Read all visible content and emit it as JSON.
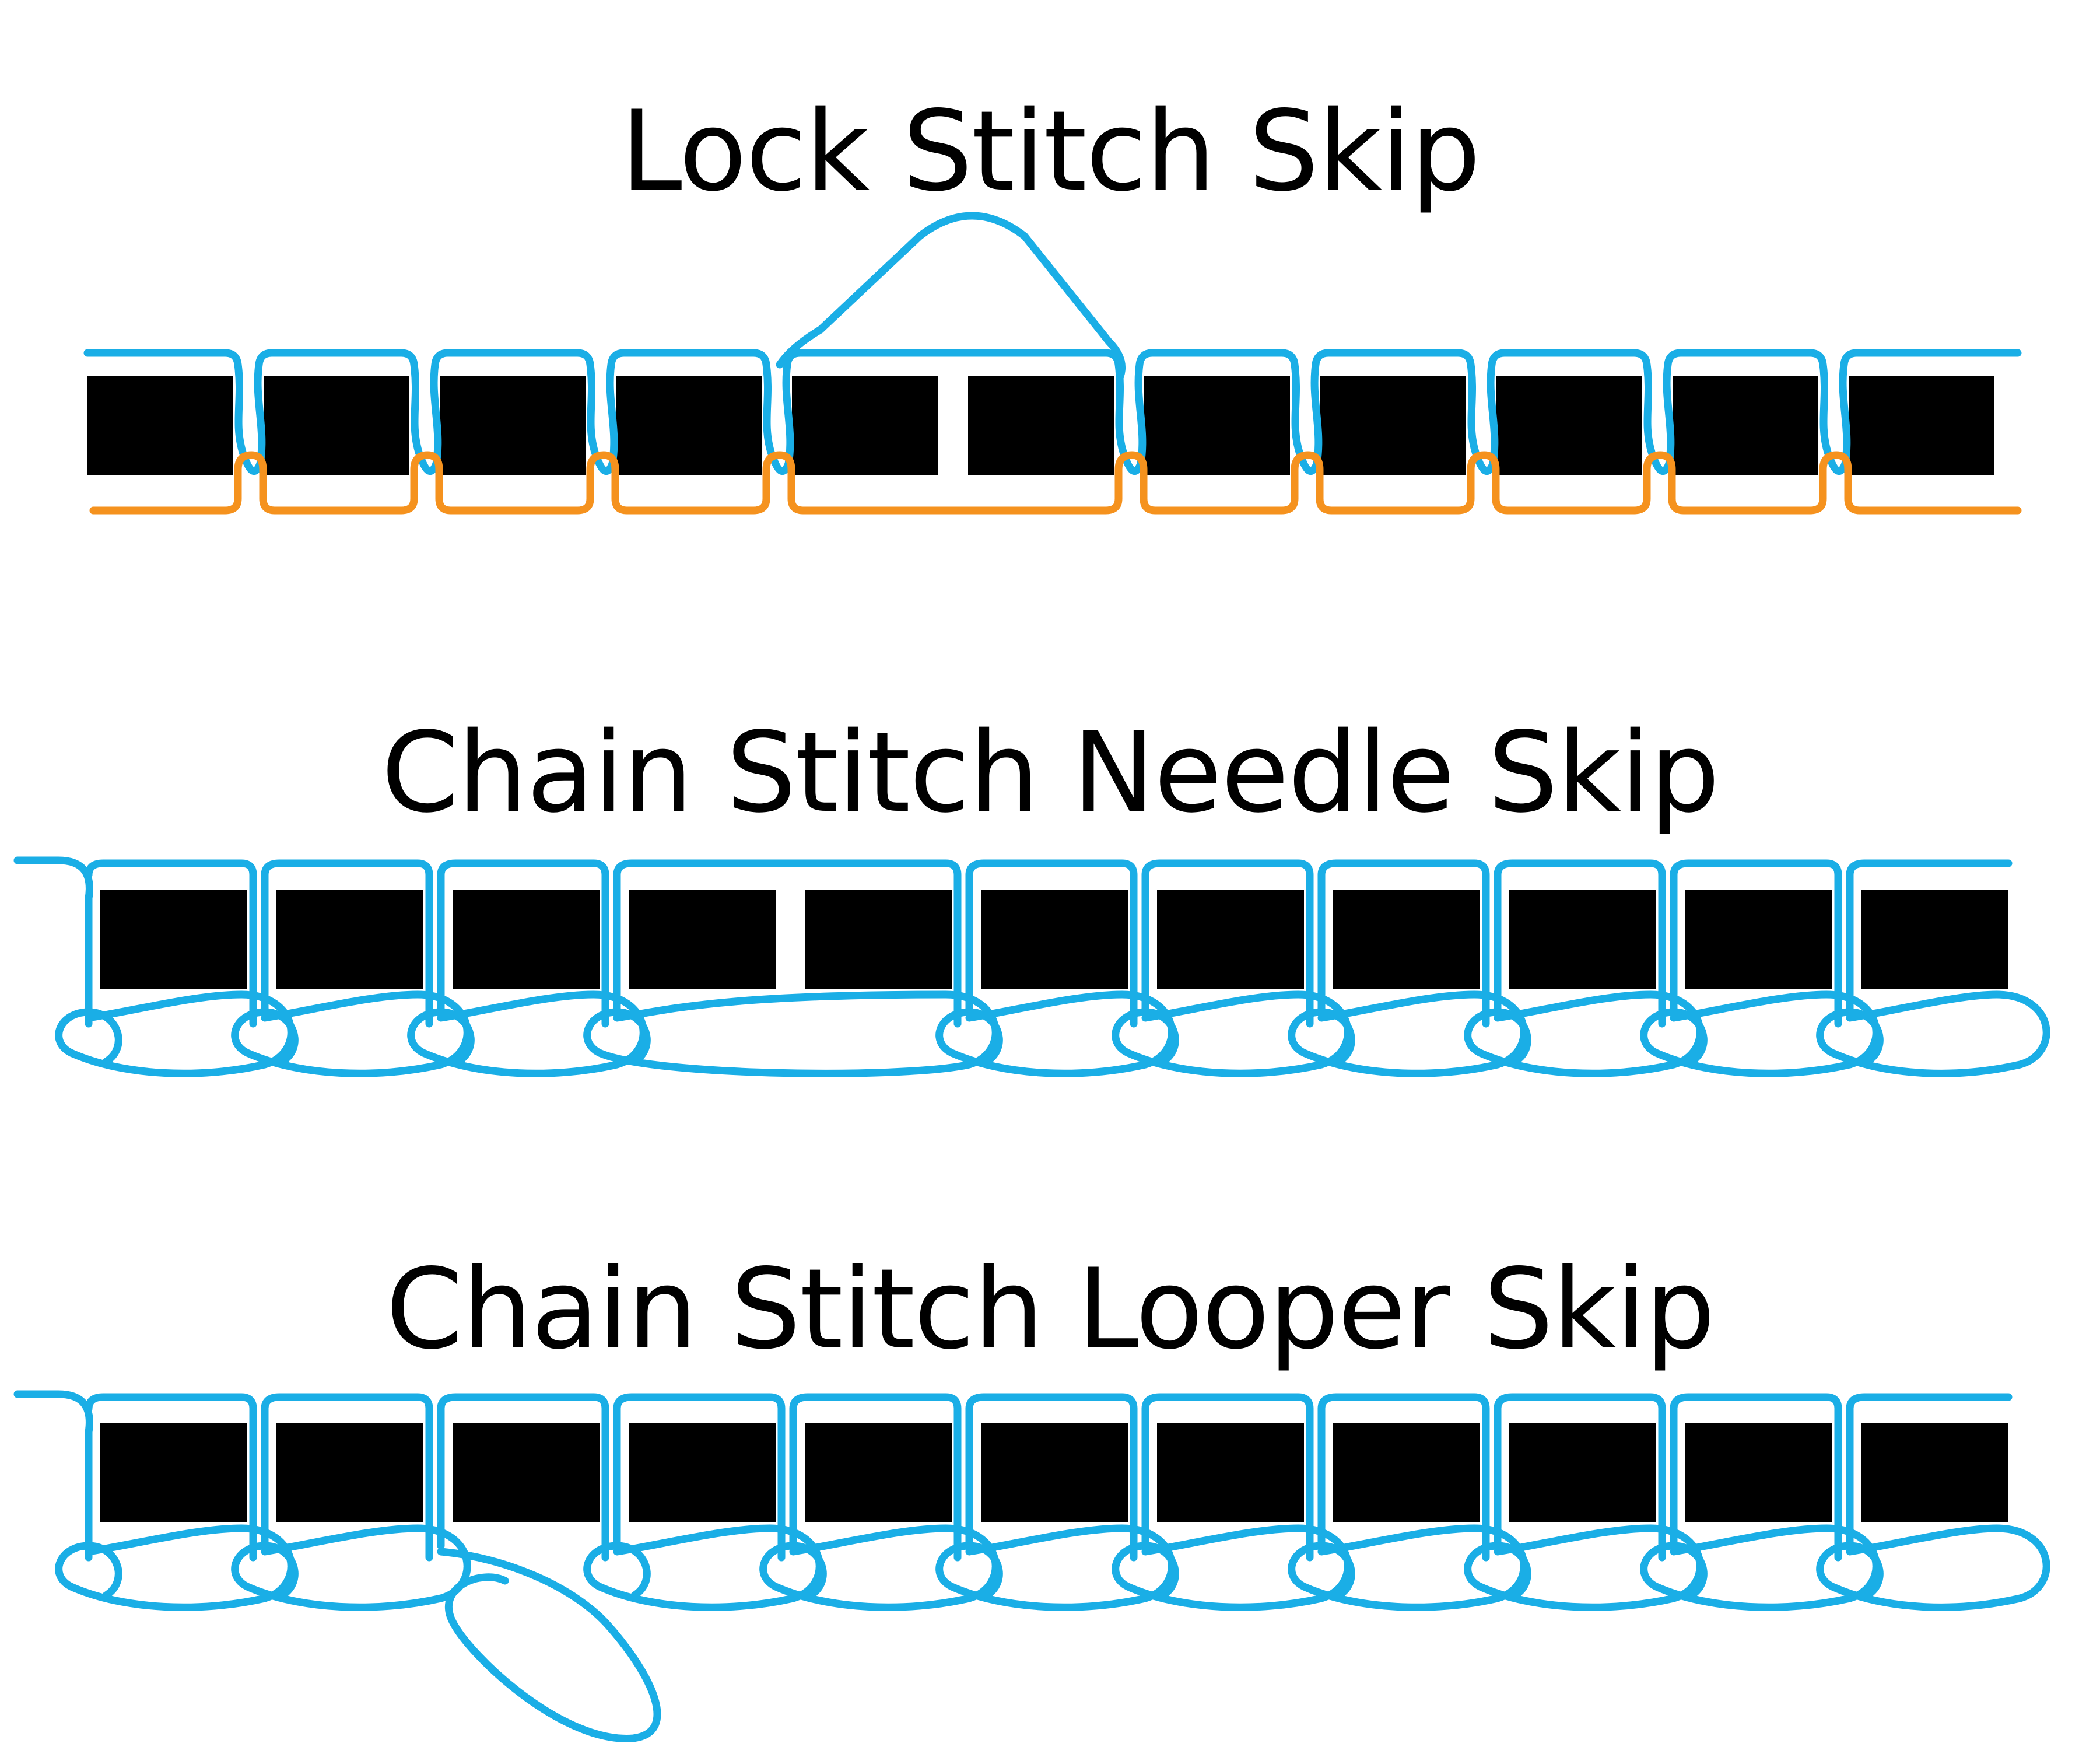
{
  "colors": {
    "background": "#ffffff",
    "fabric": "#000000",
    "needle_thread": "#1aaee6",
    "bobbin_thread": "#f5921e"
  },
  "sections": [
    {
      "id": "lock",
      "title": "Lock Stitch Skip",
      "fabric_blocks": 11
    },
    {
      "id": "needle",
      "title": "Chain Stitch Needle Skip",
      "fabric_blocks": 11
    },
    {
      "id": "looper",
      "title": "Chain Stitch Looper Skip",
      "fabric_blocks": 11
    }
  ]
}
